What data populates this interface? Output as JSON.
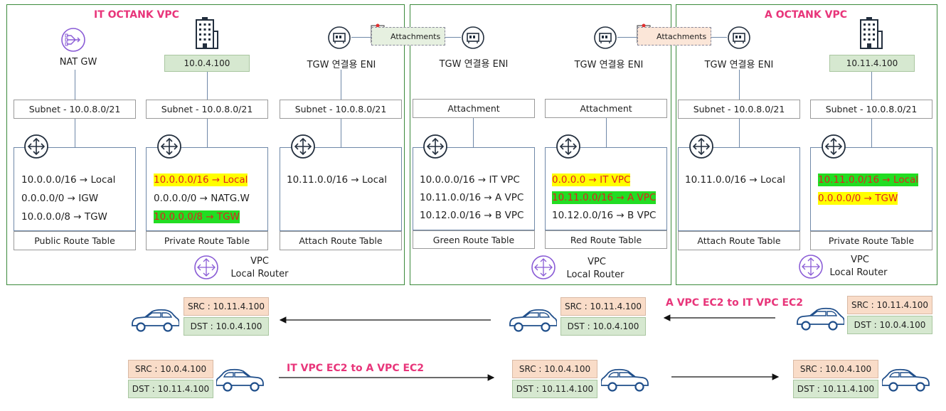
{
  "panels": {
    "it_title": "IT OCTANK VPC",
    "a_title": "A OCTANK VPC"
  },
  "it_vpc": {
    "nat_label": "NAT GW",
    "server_ip": "10.0.4.100",
    "eni_label": "TGW 연결용 ENI",
    "subnets": [
      "Subnet - 10.0.8.0/21",
      "Subnet - 10.0.8.0/21",
      "Subnet - 10.0.8.0/21"
    ],
    "public_rt": {
      "routes": [
        "10.0.0.0/16 → Local",
        "0.0.0.0/0    → IGW",
        "10.0.0.0/8    → TGW"
      ],
      "caption": "Public Route Table"
    },
    "private_rt": {
      "routes": [
        "10.0.0.0/16 → Local",
        "0.0.0.0/0   →  NATG.W",
        "10.0.0.0/8 → TGW"
      ],
      "caption": "Private Route Table"
    },
    "attach_rt": {
      "routes": [
        "10.11.0.0/16  → Local"
      ],
      "caption": "Attach Route Table"
    },
    "router_label_1": "VPC",
    "router_label_2": "Local Router"
  },
  "tgw": {
    "attachments_left": "Attachments",
    "attachments_right": "Attachments",
    "eni_left": "TGW 연결용 ENI",
    "eni_right": "TGW 연결용 ENI",
    "attach_left": "Attachment",
    "attach_right": "Attachment",
    "green_rt": {
      "routes": [
        "10.0.0.0/16 → IT VPC",
        "10.11.0.0/16 → A VPC",
        "10.12.0.0/16 → B VPC"
      ],
      "caption": "Green Route Table"
    },
    "red_rt": {
      "routes": [
        "0.0.0.0 → IT VPC",
        "10.11.0.0/16 → A VPC",
        "10.12.0.0/16 → B VPC"
      ],
      "caption": "Red Route Table"
    },
    "router_label_1": "VPC",
    "router_label_2": "Local Router"
  },
  "a_vpc": {
    "eni_label": "TGW 연결용 ENI",
    "server_ip": "10.11.4.100",
    "subnets": [
      "Subnet - 10.0.8.0/21",
      "Subnet - 10.0.8.0/21"
    ],
    "attach_rt": {
      "routes": [
        "10.11.0.0/16  → Local"
      ],
      "caption": "Attach Route Table"
    },
    "private_rt": {
      "routes": [
        "10.11.0.0/16 → Local",
        "0.0.0.0/0    →  TGW"
      ],
      "caption": "Private Route Table"
    },
    "router_label_1": "VPC",
    "router_label_2": "Local Router"
  },
  "flows": {
    "return_title": "A VPC EC2 to IT VPC EC2",
    "forward_title": "IT VPC EC2 to A VPC EC2",
    "return": [
      {
        "src": "SRC : 10.11.4.100",
        "dst": "DST : 10.0.4.100"
      },
      {
        "src": "SRC : 10.11.4.100",
        "dst": "DST : 10.0.4.100"
      },
      {
        "src": "SRC : 10.11.4.100",
        "dst": "DST : 10.0.4.100"
      }
    ],
    "forward": [
      {
        "src": "SRC : 10.0.4.100",
        "dst": "DST : 10.11.4.100"
      },
      {
        "src": "SRC : 10.0.4.100",
        "dst": "DST : 10.11.4.100"
      },
      {
        "src": "SRC : 10.0.4.100",
        "dst": "DST : 10.11.4.100"
      }
    ]
  },
  "colors": {
    "panel_border": "#3c8a3c",
    "title": "#e8357a",
    "highlight_yellow": "#ffff00",
    "highlight_green": "#22dd22",
    "route_red": "#e02020",
    "src_fill": "#f9dcc8",
    "dst_fill": "#d6e8d0",
    "router_purple": "#8a5cd6"
  },
  "icons": [
    "nat-gateway-icon",
    "building-icon",
    "eni-icon",
    "router-icon",
    "vpc-router-icon",
    "car-icon",
    "document-icon"
  ]
}
